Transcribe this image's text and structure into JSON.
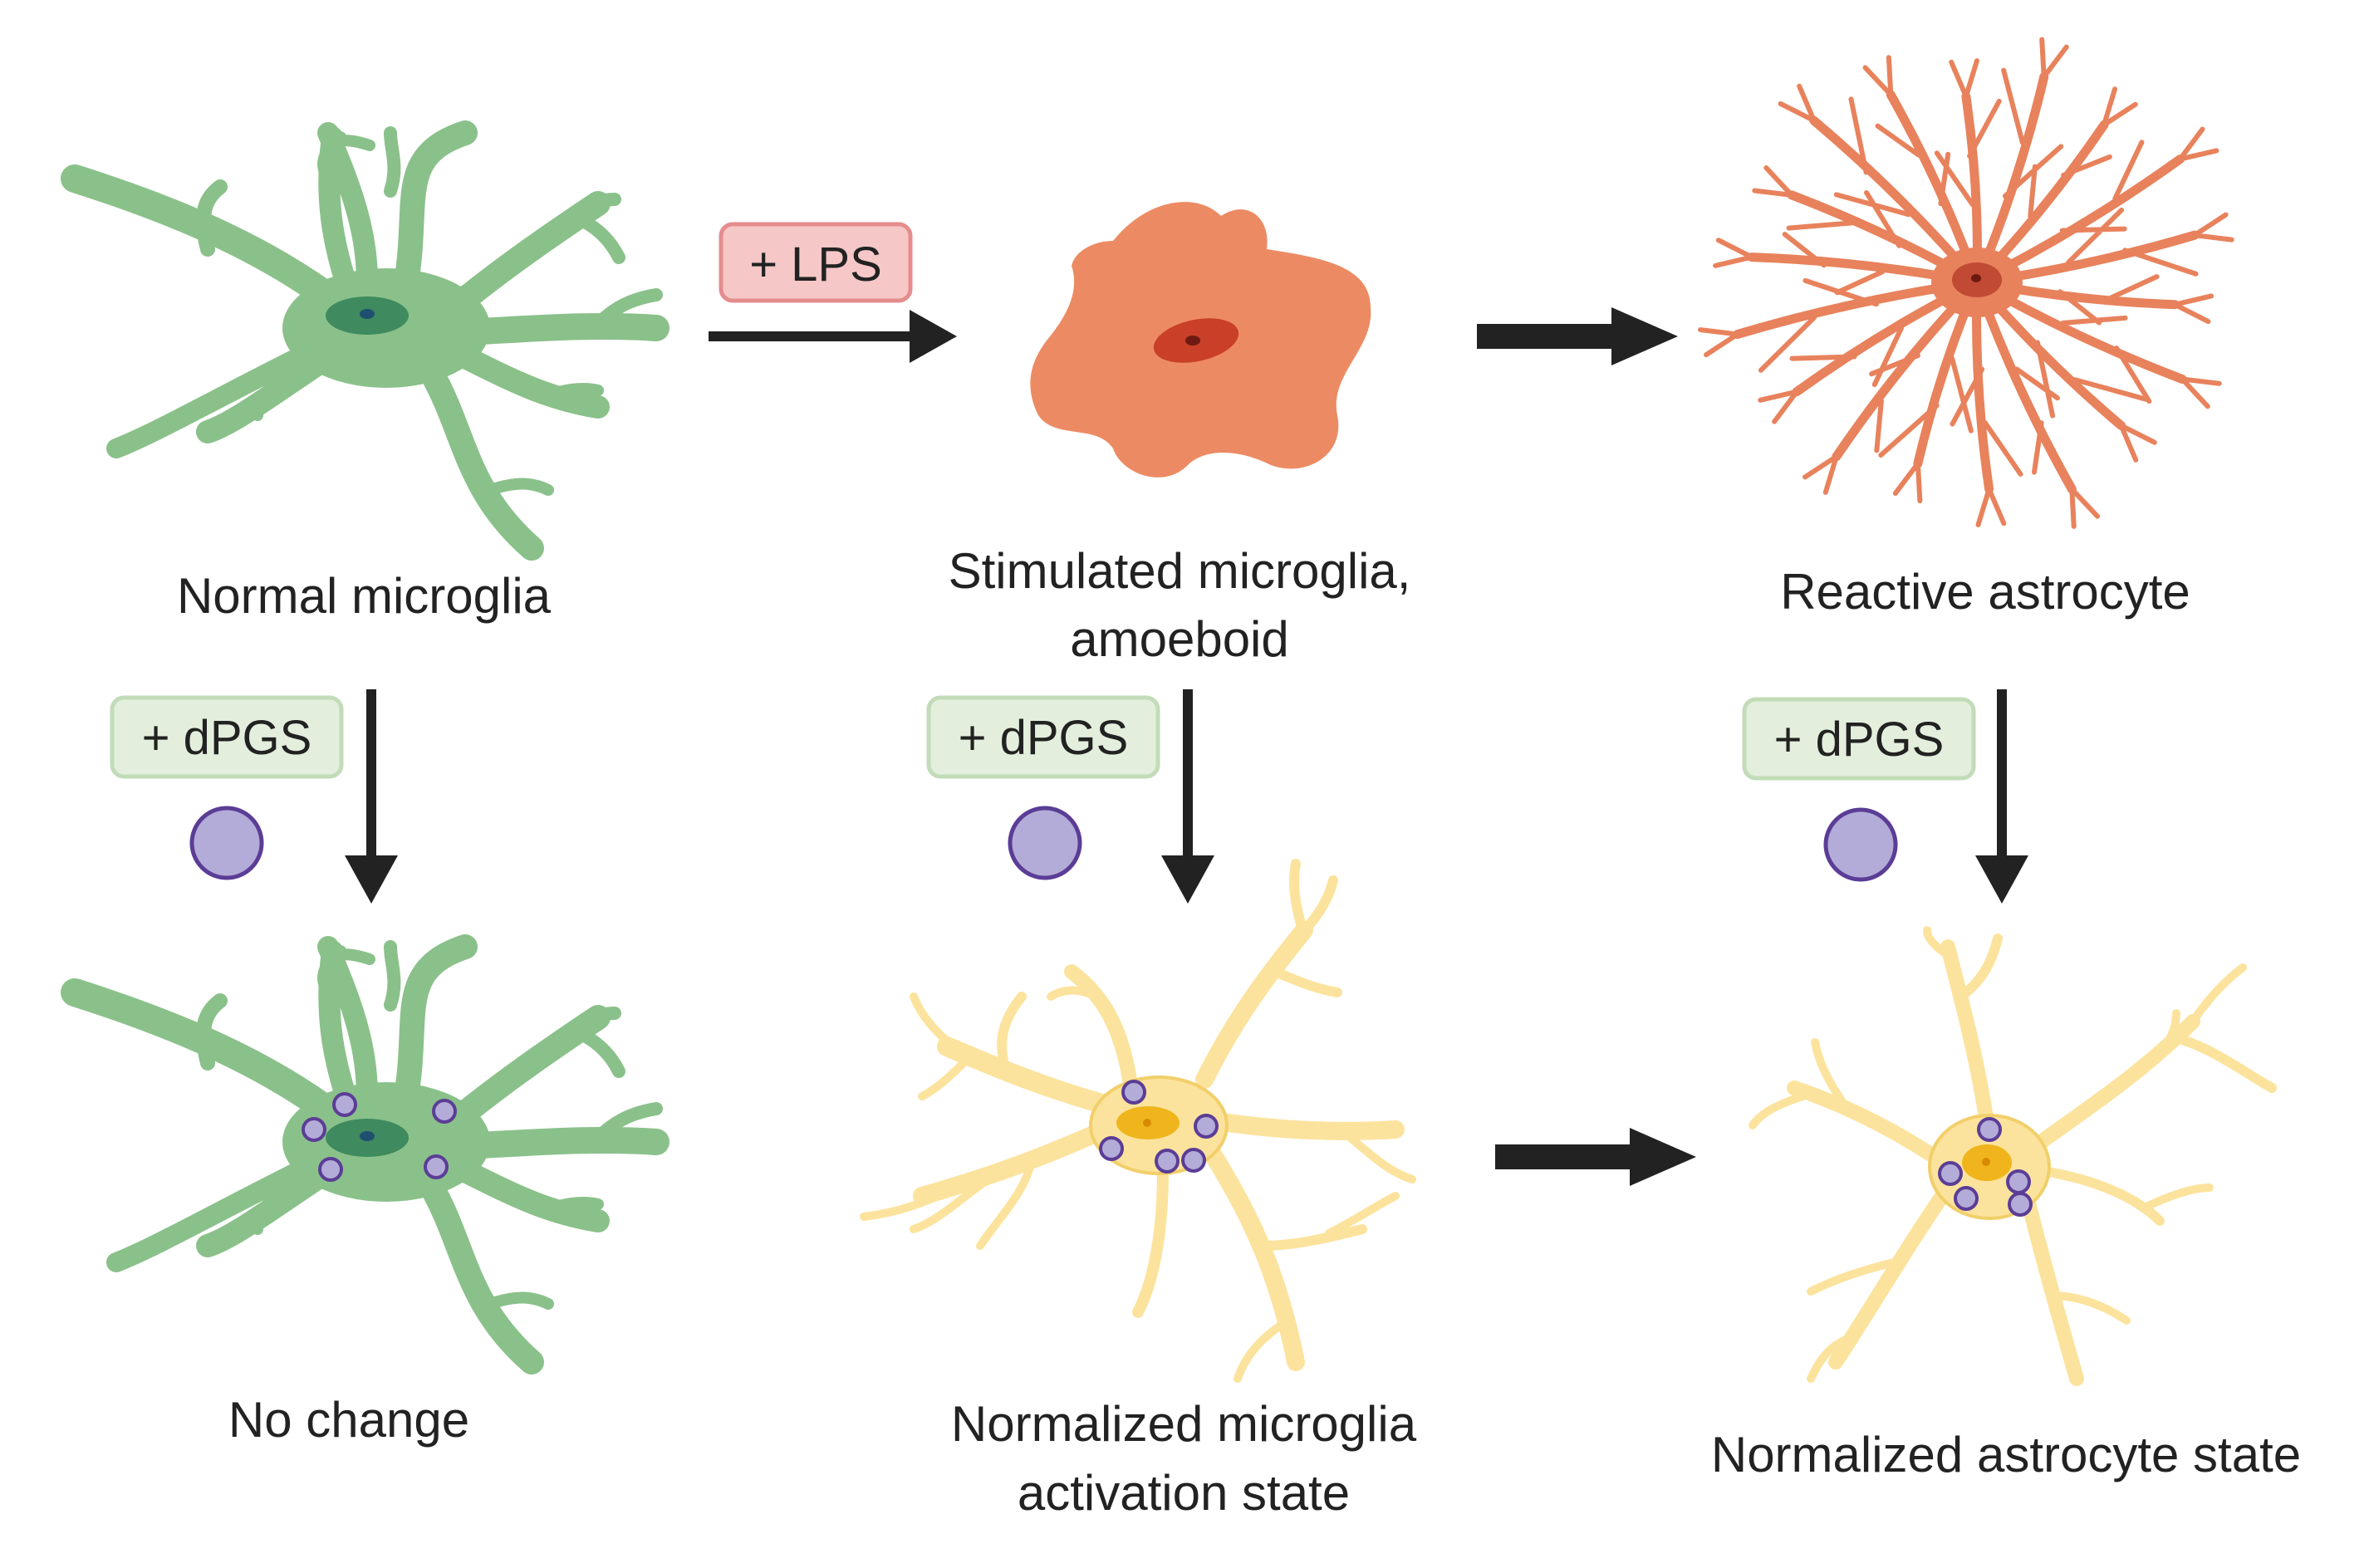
{
  "colors": {
    "microglia_fill": "#8ac18a",
    "microglia_nucleus": "#3f8a5e",
    "activated_fill": "#ec8b63",
    "activated_nucleus": "#c93f28",
    "astrocyte_fill": "#e8825c",
    "normalized_fill": "#fce39d",
    "normalized_stroke": "#f1cf6a",
    "normalized_nucleus": "#f0b51c",
    "particle_fill": "#b3acd8",
    "particle_stroke": "#5b3d96",
    "lps_fill": "#f6c7c7",
    "lps_stroke": "#e58c8c",
    "dpgs_fill": "#e3efdc",
    "dpgs_stroke": "#c2dcb8",
    "arrow": "#222222"
  },
  "labels": {
    "lps": "+ LPS",
    "dpgs": "+ dPGS"
  },
  "captions": {
    "normal": "Normal microglia",
    "stimulated_line1": "Stimulated microglia,",
    "stimulated_line2": "amoeboid",
    "reactive": "Reactive astrocyte",
    "no_change": "No change",
    "normalized_microglia_line1": "Normalized microglia",
    "normalized_microglia_line2": "activation state",
    "normalized_astrocyte": "Normalized astrocyte state"
  }
}
